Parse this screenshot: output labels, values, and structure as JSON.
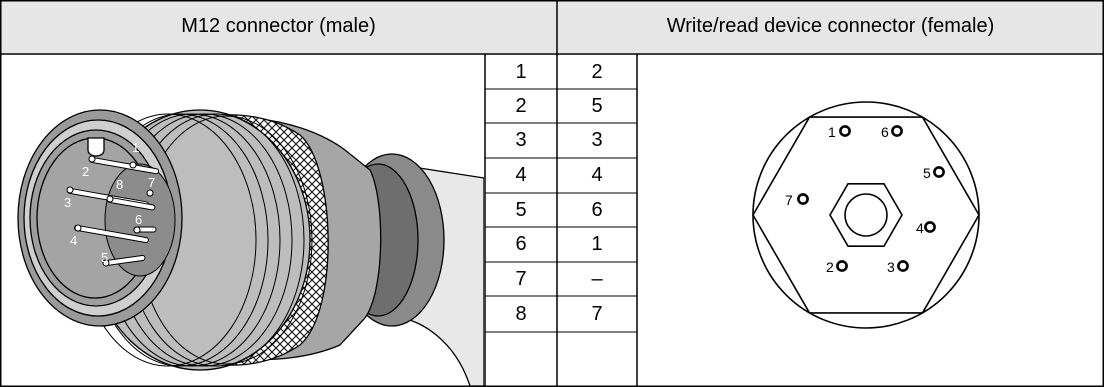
{
  "headers": {
    "left": "M12 connector (male)",
    "right": "Write/read device connector (female)"
  },
  "pin_mapping": [
    {
      "m12": "1",
      "device": "2"
    },
    {
      "m12": "2",
      "device": "5"
    },
    {
      "m12": "3",
      "device": "3"
    },
    {
      "m12": "4",
      "device": "4"
    },
    {
      "m12": "5",
      "device": "6"
    },
    {
      "m12": "6",
      "device": "1"
    },
    {
      "m12": "7",
      "device": "–"
    },
    {
      "m12": "8",
      "device": "7"
    }
  ],
  "male_connector": {
    "pin_labels": [
      "1",
      "2",
      "3",
      "4",
      "5",
      "6",
      "7",
      "8"
    ]
  },
  "female_connector": {
    "pin_labels": [
      "1",
      "2",
      "3",
      "4",
      "5",
      "6",
      "7"
    ]
  }
}
